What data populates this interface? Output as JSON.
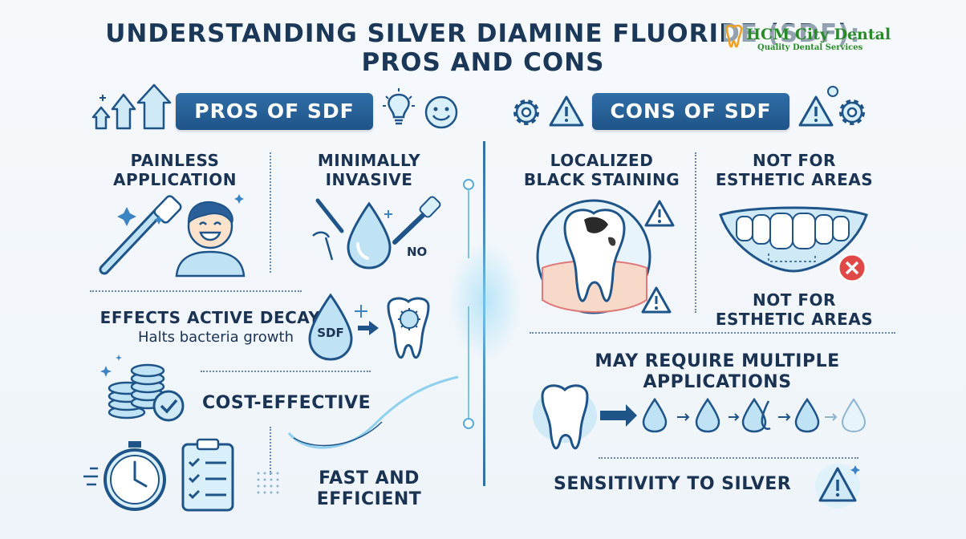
{
  "title": {
    "line1": "UNDERSTANDING SILVER DIAMINE FLUORIDE (SDF):",
    "line2": "PROS AND CONS"
  },
  "logo": {
    "name": "HCM City Dental",
    "tagline": "Quality Dental Services"
  },
  "pros": {
    "header": "PROS OF SDF",
    "painless": [
      "PAINLESS",
      "APPLICATION"
    ],
    "minimally": [
      "MINIMALLY",
      "INVASIVE"
    ],
    "no_label": "NO",
    "effects": "EFFECTS ACTIVE DECAY",
    "effects_sub": "Halts bacteria growth",
    "sdf_label": "SDF",
    "cost": "COST-EFFECTIVE",
    "fast": [
      "FAST AND",
      "EFFICIENT"
    ]
  },
  "cons": {
    "header": "CONS OF SDF",
    "staining": [
      "LOCALIZED",
      "BLACK STAINING"
    ],
    "esthetic_top": [
      "NOT FOR",
      "ESTHETIC AREAS"
    ],
    "esthetic_bottom": [
      "NOT FOR",
      "ESTHETIC AREAS"
    ],
    "multiple": "MAY REQUIRE MULTIPLE APPLICATIONS",
    "sensitivity": "SENSITIVITY TO SILVER"
  },
  "colors": {
    "navy": "#1b3353",
    "accent_blue": "#2f6ea6",
    "light_blue": "#8fd0ef",
    "warning_red": "#e04848",
    "logo_green": "#2a8a2a",
    "logo_orange": "#f0a020"
  }
}
